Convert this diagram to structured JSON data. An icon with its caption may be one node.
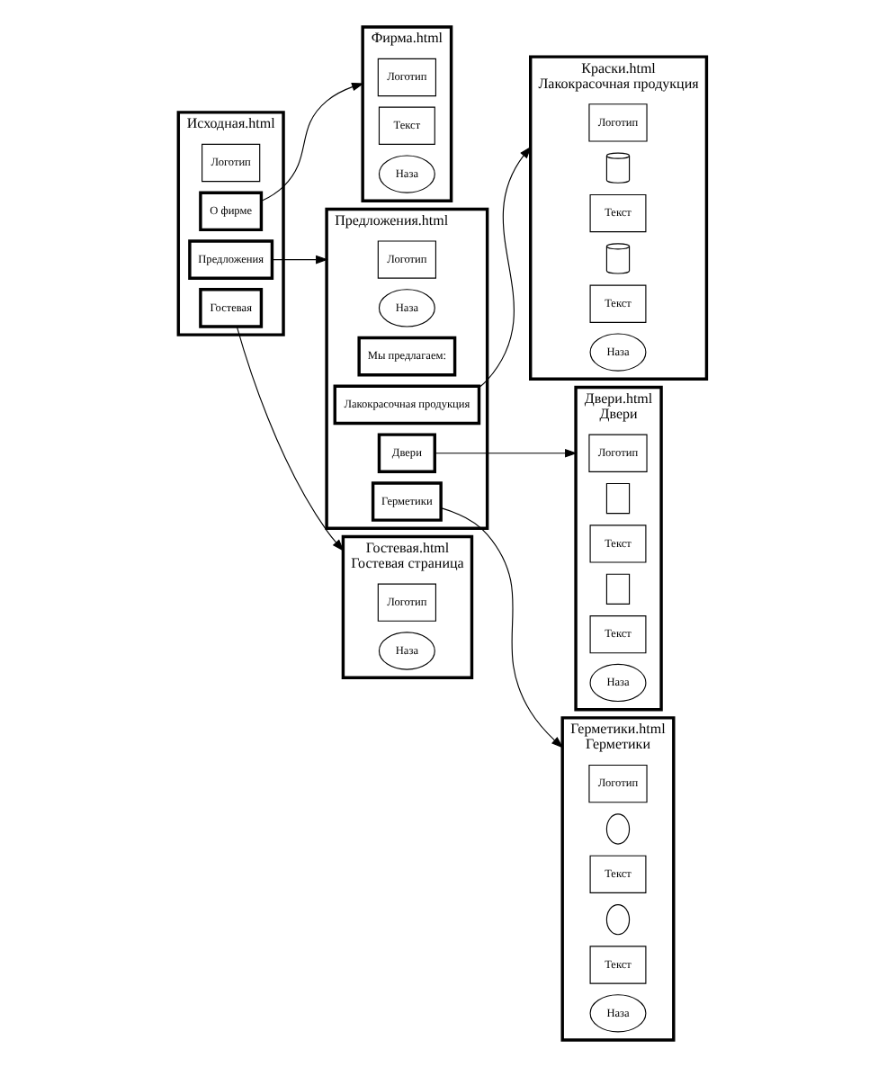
{
  "diagram": {
    "nodes": [
      {
        "text": [
          "Исходная.html"
        ]
      },
      {
        "text": [
          "Логотип"
        ],
        "in": 0
      },
      {
        "text": [
          "О фирме"
        ],
        "in": 0
      },
      {
        "text": [
          "Предложения"
        ],
        "in": 0
      },
      {
        "text": [
          "Гостевая"
        ],
        "in": 0
      },
      {
        "text": [
          "Фирма.html"
        ]
      },
      {
        "text": [
          "Логотип"
        ],
        "in": 5
      },
      {
        "text": [
          "Текст"
        ],
        "in": 5
      },
      {
        "text": [
          "Наза"
        ],
        "in": 5
      },
      {
        "text": [
          "Предложения.html"
        ]
      },
      {
        "text": [
          "Логотип"
        ],
        "in": 9
      },
      {
        "text": [
          "Наза"
        ],
        "in": 9
      },
      {
        "text": [
          "Мы предлагаем:"
        ],
        "in": 9
      },
      {
        "text": [
          "Лакокрасочная продукция"
        ],
        "in": 9
      },
      {
        "text": [
          "Двери"
        ],
        "in": 9
      },
      {
        "text": [
          "Герметики"
        ],
        "in": 9
      },
      {
        "text": [
          "Гостевая.html",
          "Гостевая страница"
        ]
      },
      {
        "text": [
          "Логотип"
        ],
        "in": 16
      },
      {
        "text": [
          "Наза"
        ],
        "in": 16
      },
      {
        "text": [
          "Краски.html",
          "Лакокрасочная продукция"
        ]
      },
      {
        "text": [
          "Логотип"
        ],
        "in": 19
      },
      {
        "text": [],
        "shape": "cylinder",
        "in": 19
      },
      {
        "text": [
          "Текст"
        ],
        "in": 19
      },
      {
        "text": [],
        "shape": "cylinder",
        "in": 19
      },
      {
        "text": [
          "Текст"
        ],
        "in": 19
      },
      {
        "text": [
          "Наза"
        ],
        "in": 19
      },
      {
        "text": [
          "Двери.html",
          "Двери"
        ]
      },
      {
        "text": [
          "Логотип"
        ],
        "in": 26
      },
      {
        "text": [],
        "shape": "box",
        "in": 26
      },
      {
        "text": [
          "Текст"
        ],
        "in": 26
      },
      {
        "text": [],
        "shape": "box",
        "in": 26
      },
      {
        "text": [
          "Текст"
        ],
        "in": 26
      },
      {
        "text": [
          "Наза"
        ],
        "in": 26
      },
      {
        "text": [
          "Герметики.html",
          "Герметики"
        ]
      },
      {
        "text": [
          "Логотип"
        ],
        "in": 33
      },
      {
        "text": [],
        "shape": "ellipse",
        "in": 33
      },
      {
        "text": [
          "Текст"
        ],
        "in": 33
      },
      {
        "text": [],
        "shape": "ellipse",
        "in": 33
      },
      {
        "text": [
          "Текст"
        ],
        "in": 33
      },
      {
        "text": [
          "Наза"
        ],
        "in": 33
      }
    ],
    "edges": [
      {
        "from": 2,
        "to": 5,
        "arrow": "to"
      },
      {
        "from": 3,
        "to": 9,
        "arrow": "to"
      },
      {
        "from": 4,
        "to": 16,
        "arrow": "to"
      },
      {
        "from": 13,
        "to": 19,
        "arrow": "to"
      },
      {
        "from": 14,
        "to": 26,
        "arrow": "to"
      },
      {
        "from": 15,
        "to": 33,
        "arrow": "to"
      }
    ]
  }
}
